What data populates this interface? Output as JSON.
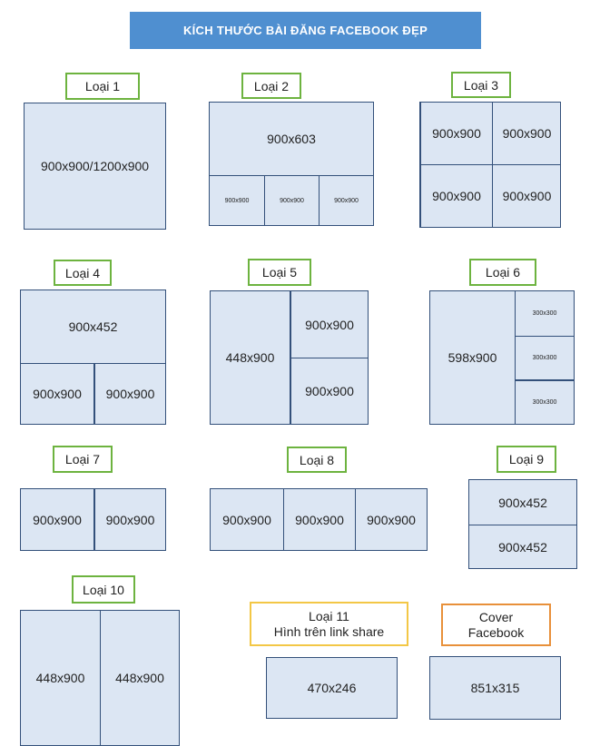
{
  "title": "KÍCH THƯỚC BÀI ĐĂNG FACEBOOK ĐẸP",
  "layouts": [
    {
      "label": "Loại 1",
      "cells": [
        "900x900/1200x900"
      ]
    },
    {
      "label": "Loại 2",
      "cells": [
        "900x603",
        "900x900",
        "900x900",
        "900x900"
      ]
    },
    {
      "label": "Loại 3",
      "cells": [
        "900x900",
        "900x900",
        "900x900",
        "900x900"
      ]
    },
    {
      "label": "Loại 4",
      "cells": [
        "900x452",
        "900x900",
        "900x900"
      ]
    },
    {
      "label": "Loại 5",
      "cells": [
        "448x900",
        "900x900",
        "900x900"
      ]
    },
    {
      "label": "Loại 6",
      "cells": [
        "598x900",
        "300x300",
        "300x300",
        "300x300"
      ]
    },
    {
      "label": "Loại 7",
      "cells": [
        "900x900",
        "900x900"
      ]
    },
    {
      "label": "Loại 8",
      "cells": [
        "900x900",
        "900x900",
        "900x900"
      ]
    },
    {
      "label": "Loại 9",
      "cells": [
        "900x452",
        "900x452"
      ]
    },
    {
      "label": "Loại 10",
      "cells": [
        "448x900",
        "448x900"
      ]
    },
    {
      "label": "Loại 11",
      "sublabel": "Hình trên link share",
      "cells": [
        "470x246"
      ]
    },
    {
      "label": "Cover",
      "sublabel": "Facebook",
      "cells": [
        "851x315"
      ]
    }
  ]
}
